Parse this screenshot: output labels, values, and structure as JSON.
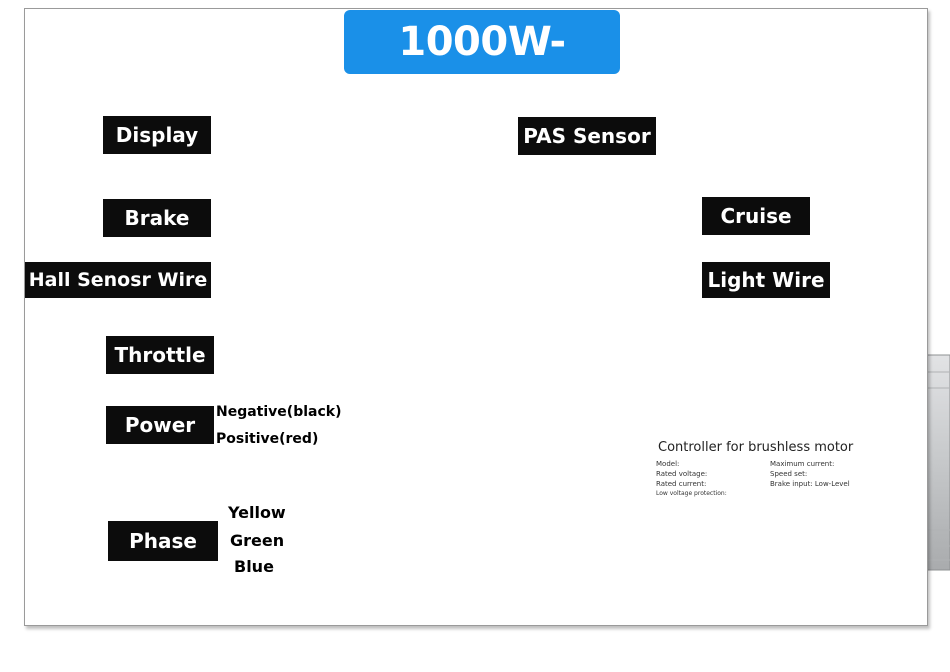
{
  "title": "1000W-1500W",
  "labels": {
    "display": "Display",
    "brake": "Brake",
    "hall_sensor_wire": "Hall Senosr Wire",
    "throttle": "Throttle",
    "power": "Power",
    "phase": "Phase",
    "pas_sensor": "PAS Sensor",
    "cruise": "Cruise",
    "light_wire": "Light Wire"
  },
  "power_wires": {
    "negative": "Negative(black)",
    "positive": "Positive(red)"
  },
  "phase_wires": {
    "yellow": "Yellow",
    "green": "Green",
    "blue": "Blue"
  },
  "controller_label": {
    "heading": "Controller for brushless motor",
    "model": "Model:",
    "rated_voltage": "Rated voltage:",
    "rated_current": "Rated current:",
    "low_voltage_protection": "Low voltage protection:",
    "maximum_current": "Maximum current:",
    "speed_set": "Speed set:",
    "brake_input": "Brake input: Low-Level"
  },
  "colors": {
    "title_bg": "#1a90e8",
    "label_bg": "#0c0c0c",
    "controller_body": "#c9cbcd"
  }
}
